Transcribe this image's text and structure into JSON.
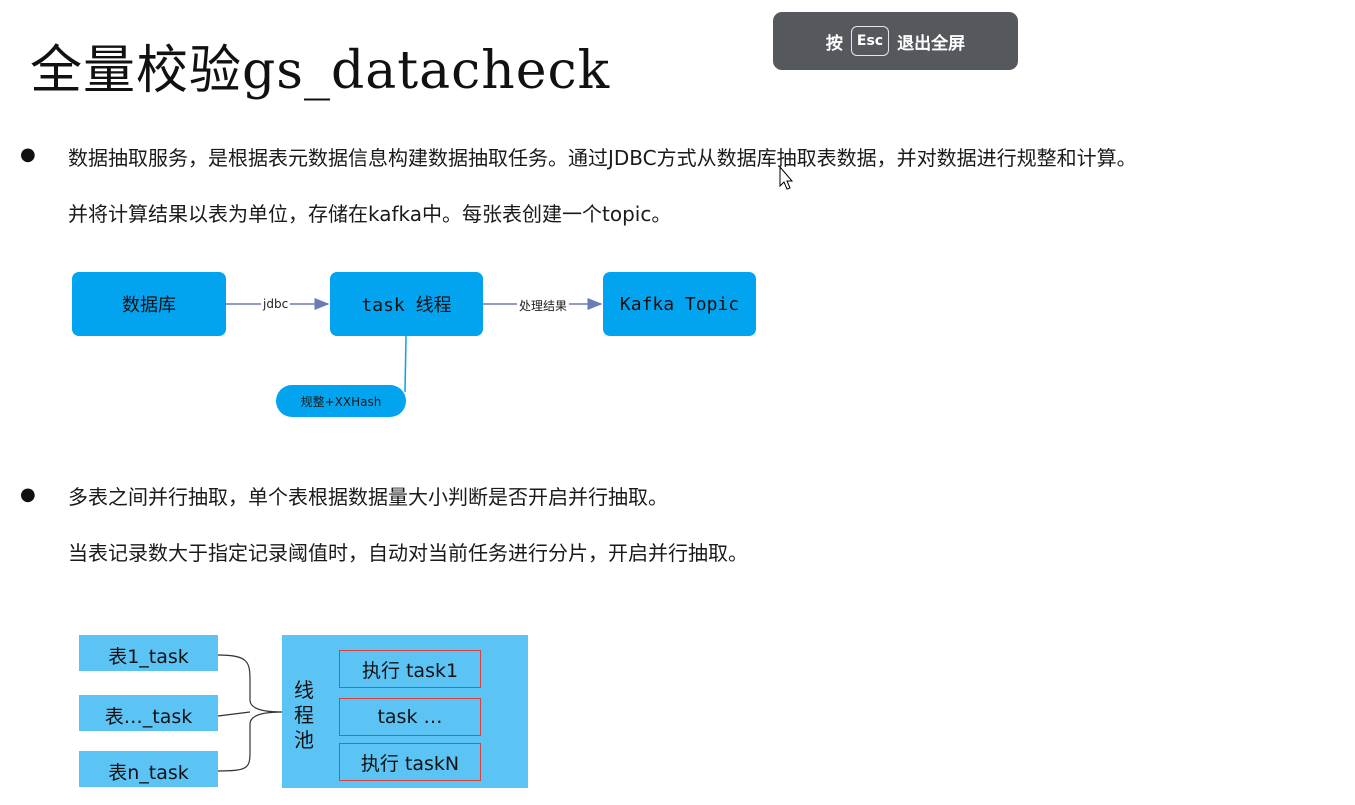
{
  "title": "全量校验gs_datacheck",
  "esc_toast": {
    "press": "按",
    "key": "Esc",
    "action": "退出全屏"
  },
  "section1": {
    "line1": "数据抽取服务，是根据表元数据信息构建数据抽取任务。通过JDBC方式从数据库抽取表数据，并对数据进行规整和计算。",
    "line2": "并将计算结果以表为单位，存储在kafka中。每张表创建一个topic。"
  },
  "diagram1": {
    "db": "数据库",
    "arrow1": "jdbc",
    "task": "task 线程",
    "arrow2": "处理结果",
    "kafka": "Kafka Topic",
    "pill": "规整+XXHash"
  },
  "section2": {
    "line1": "多表之间并行抽取，单个表根据数据量大小判断是否开启并行抽取。",
    "line2": "当表记录数大于指定记录阈值时，自动对当前任务进行分片，开启并行抽取。"
  },
  "diagram2": {
    "tasks": [
      "表1_task",
      "表…_task",
      "表n_task"
    ],
    "pool_label": "线程池",
    "executions": [
      "执行 task1",
      "task …",
      "执行 taskN"
    ]
  },
  "colors": {
    "box_blue": "#03a4ef",
    "light_blue": "#5cc4f5",
    "exec_border": "#d9413a",
    "toast_bg": "#55595d",
    "arrow": "#6a7bb5"
  }
}
